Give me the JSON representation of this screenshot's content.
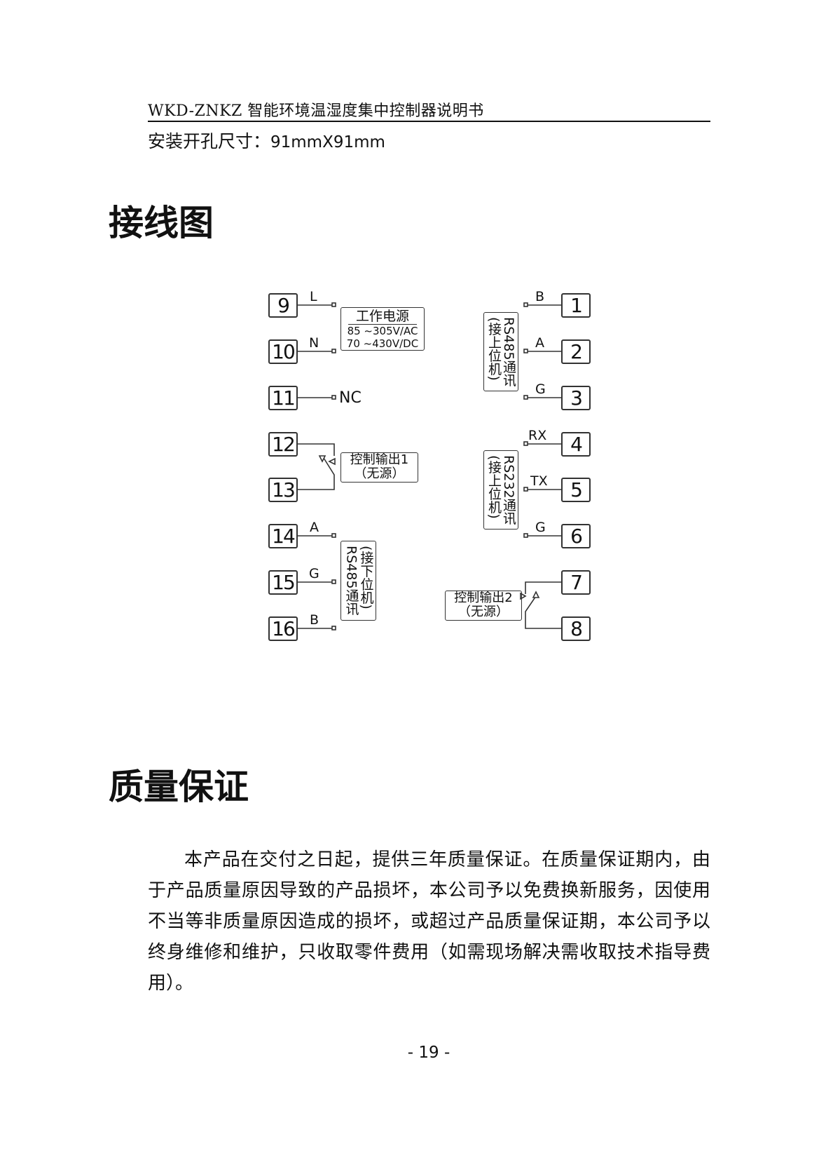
{
  "header": {
    "title": "WKD-ZNKZ 智能环境温湿度集中控制器说明书"
  },
  "install": {
    "label": "安装开孔尺寸：",
    "value": "91mmX91mm"
  },
  "section1": {
    "title": "接线图"
  },
  "diagram": {
    "left_terminals": [
      "9",
      "10",
      "11",
      "12",
      "13",
      "14",
      "15",
      "16"
    ],
    "right_terminals": [
      "1",
      "2",
      "3",
      "4",
      "5",
      "6",
      "7",
      "8"
    ],
    "wire_labels": {
      "t9": "L",
      "t10": "N",
      "t11": "NC",
      "t14": "A",
      "t15": "G",
      "t16": "B",
      "t1": "B",
      "t2": "A",
      "t3": "G",
      "t4": "RX",
      "t5": "TX",
      "t6": "G"
    },
    "power_box": {
      "title": "工作电源",
      "line1": "85 ~305V/AC",
      "line2": "70 ~430V/DC"
    },
    "ctrl1": {
      "line1": "控制输出1",
      "line2": "（无源）"
    },
    "ctrl2": {
      "line1": "控制输出2",
      "line2": "（无源）"
    },
    "rs485_upper": "RS485通讯\n(接上位机)",
    "rs232_upper": "RS232通讯\n(接上位机)",
    "rs485_lower": "(接下位机)\nRS485通讯"
  },
  "section2": {
    "title": "质量保证"
  },
  "warranty": {
    "text": "本产品在交付之日起，提供三年质量保证。在质量保证期内，由于产品质量原因导致的产品损坏，本公司予以免费换新服务，因使用不当等非质量原因造成的损坏，或超过产品质量保证期，本公司予以终身维修和维护，只收取零件费用（如需现场解决需收取技术指导费用）。"
  },
  "footer": {
    "page": "- 19 -"
  }
}
